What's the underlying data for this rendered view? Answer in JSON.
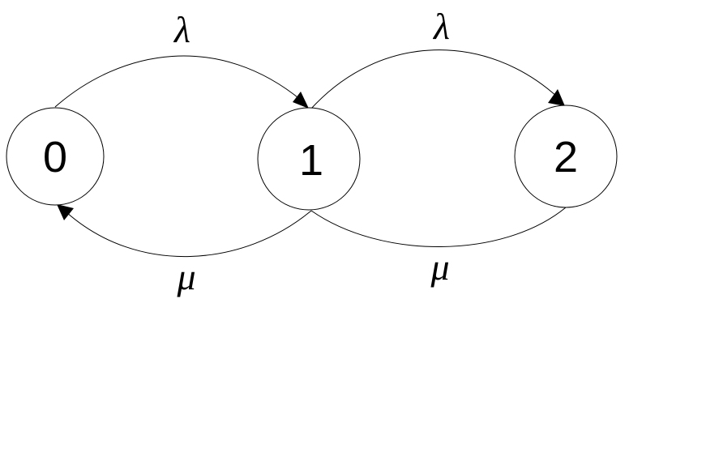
{
  "states": [
    {
      "id": "0",
      "label": "0"
    },
    {
      "id": "1",
      "label": "1"
    },
    {
      "id": "2",
      "label": "2"
    }
  ],
  "transitions": [
    {
      "from": "0",
      "to": "1",
      "label": "λ"
    },
    {
      "from": "1",
      "to": "2",
      "label": "λ"
    },
    {
      "from": "1",
      "to": "0",
      "label": "μ"
    },
    {
      "from": "2",
      "to": "1",
      "label": "μ"
    }
  ],
  "colors": {
    "stroke": "#000000",
    "background": "#ffffff"
  }
}
